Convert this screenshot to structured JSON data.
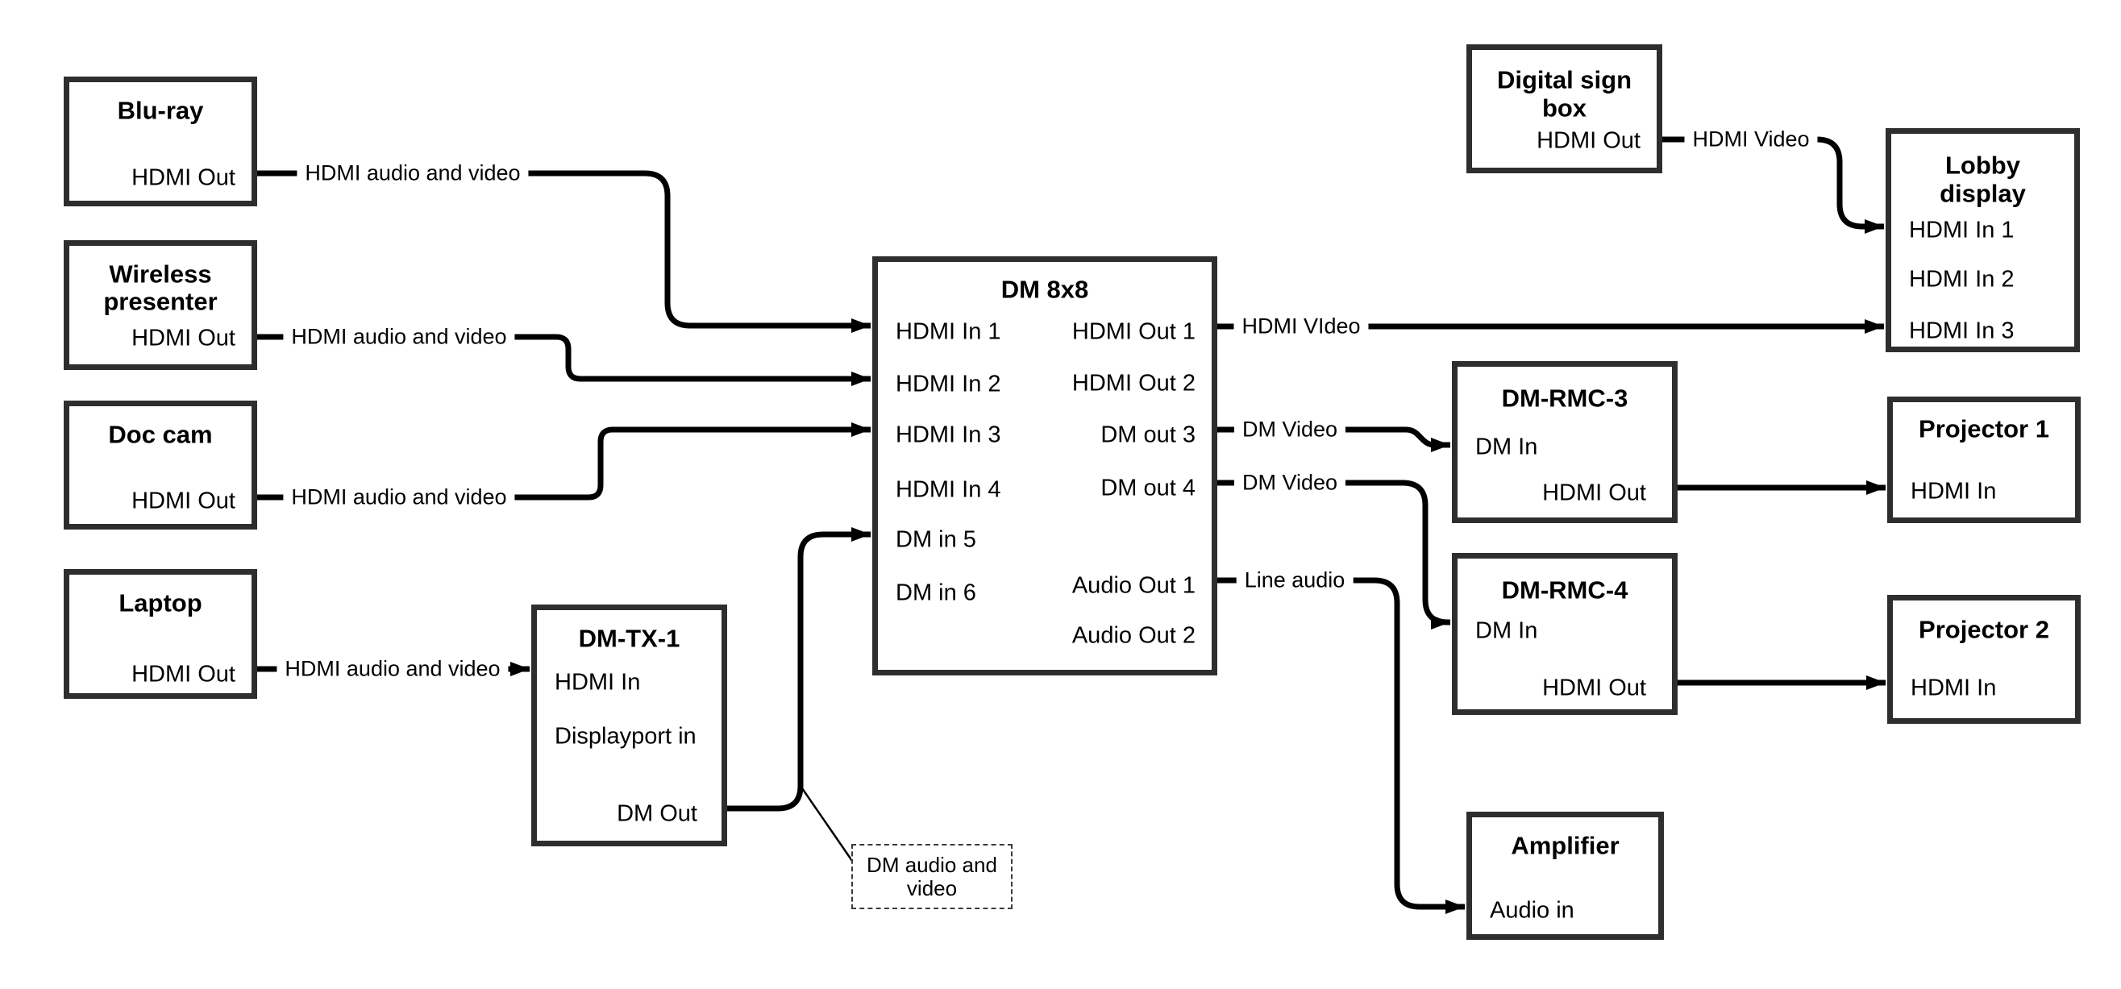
{
  "colors": {
    "background": "#ffffff",
    "line": "#000000",
    "box_border": "#2e2e2e",
    "text": "#000000"
  },
  "nodes": {
    "bluray": {
      "title": "Blu-ray",
      "port_hdmi_out": "HDMI Out"
    },
    "wireless_presenter": {
      "title_line1": "Wireless",
      "title_line2": "presenter",
      "port_hdmi_out": "HDMI Out"
    },
    "doc_cam": {
      "title": "Doc cam",
      "port_hdmi_out": "HDMI Out"
    },
    "laptop": {
      "title": "Laptop",
      "port_hdmi_out": "HDMI Out"
    },
    "dm_tx_1": {
      "title": "DM-TX-1",
      "port_hdmi_in": "HDMI In",
      "port_displayport_in": "Displayport in",
      "port_dm_out": "DM Out"
    },
    "dm_8x8": {
      "title": "DM 8x8",
      "port_hdmi_in_1": "HDMI In 1",
      "port_hdmi_in_2": "HDMI In 2",
      "port_hdmi_in_3": "HDMI In 3",
      "port_hdmi_in_4": "HDMI In 4",
      "port_dm_in_5": "DM in 5",
      "port_dm_in_6": "DM in 6",
      "port_hdmi_out_1": "HDMI Out 1",
      "port_hdmi_out_2": "HDMI Out 2",
      "port_dm_out_3": "DM out 3",
      "port_dm_out_4": "DM out 4",
      "port_audio_out_1": "Audio Out 1",
      "port_audio_out_2": "Audio Out 2"
    },
    "digital_sign_box": {
      "title_line1": "Digital sign",
      "title_line2": "box",
      "port_hdmi_out": "HDMI Out"
    },
    "lobby_display": {
      "title_line1": "Lobby",
      "title_line2": "display",
      "port_hdmi_in_1": "HDMI In 1",
      "port_hdmi_in_2": "HDMI In 2",
      "port_hdmi_in_3": "HDMI In 3"
    },
    "dm_rmc_3": {
      "title": "DM-RMC-3",
      "port_dm_in": "DM In",
      "port_hdmi_out": "HDMI Out"
    },
    "projector_1": {
      "title": "Projector 1",
      "port_hdmi_in": "HDMI In"
    },
    "dm_rmc_4": {
      "title": "DM-RMC-4",
      "port_dm_in": "DM In",
      "port_hdmi_out": "HDMI Out"
    },
    "projector_2": {
      "title": "Projector 2",
      "port_hdmi_in": "HDMI In"
    },
    "amplifier": {
      "title": "Amplifier",
      "port_audio_in": "Audio in"
    }
  },
  "edge_labels": {
    "bluray_to_dm8x8": "HDMI audio and video",
    "wireless_to_dm8x8": "HDMI audio and video",
    "doccam_to_dm8x8": "HDMI audio and video",
    "laptop_to_dmtx1": "HDMI audio and video",
    "digisign_to_lobby": "HDMI Video",
    "hdmiout1_to_lobby": "HDMI VIdeo",
    "dmout3_to_rmc3": "DM Video",
    "dmout4_to_rmc4": "DM Video",
    "audioout1_to_amplifier": "Line audio",
    "dmtx1_callout": "DM audio and video"
  }
}
